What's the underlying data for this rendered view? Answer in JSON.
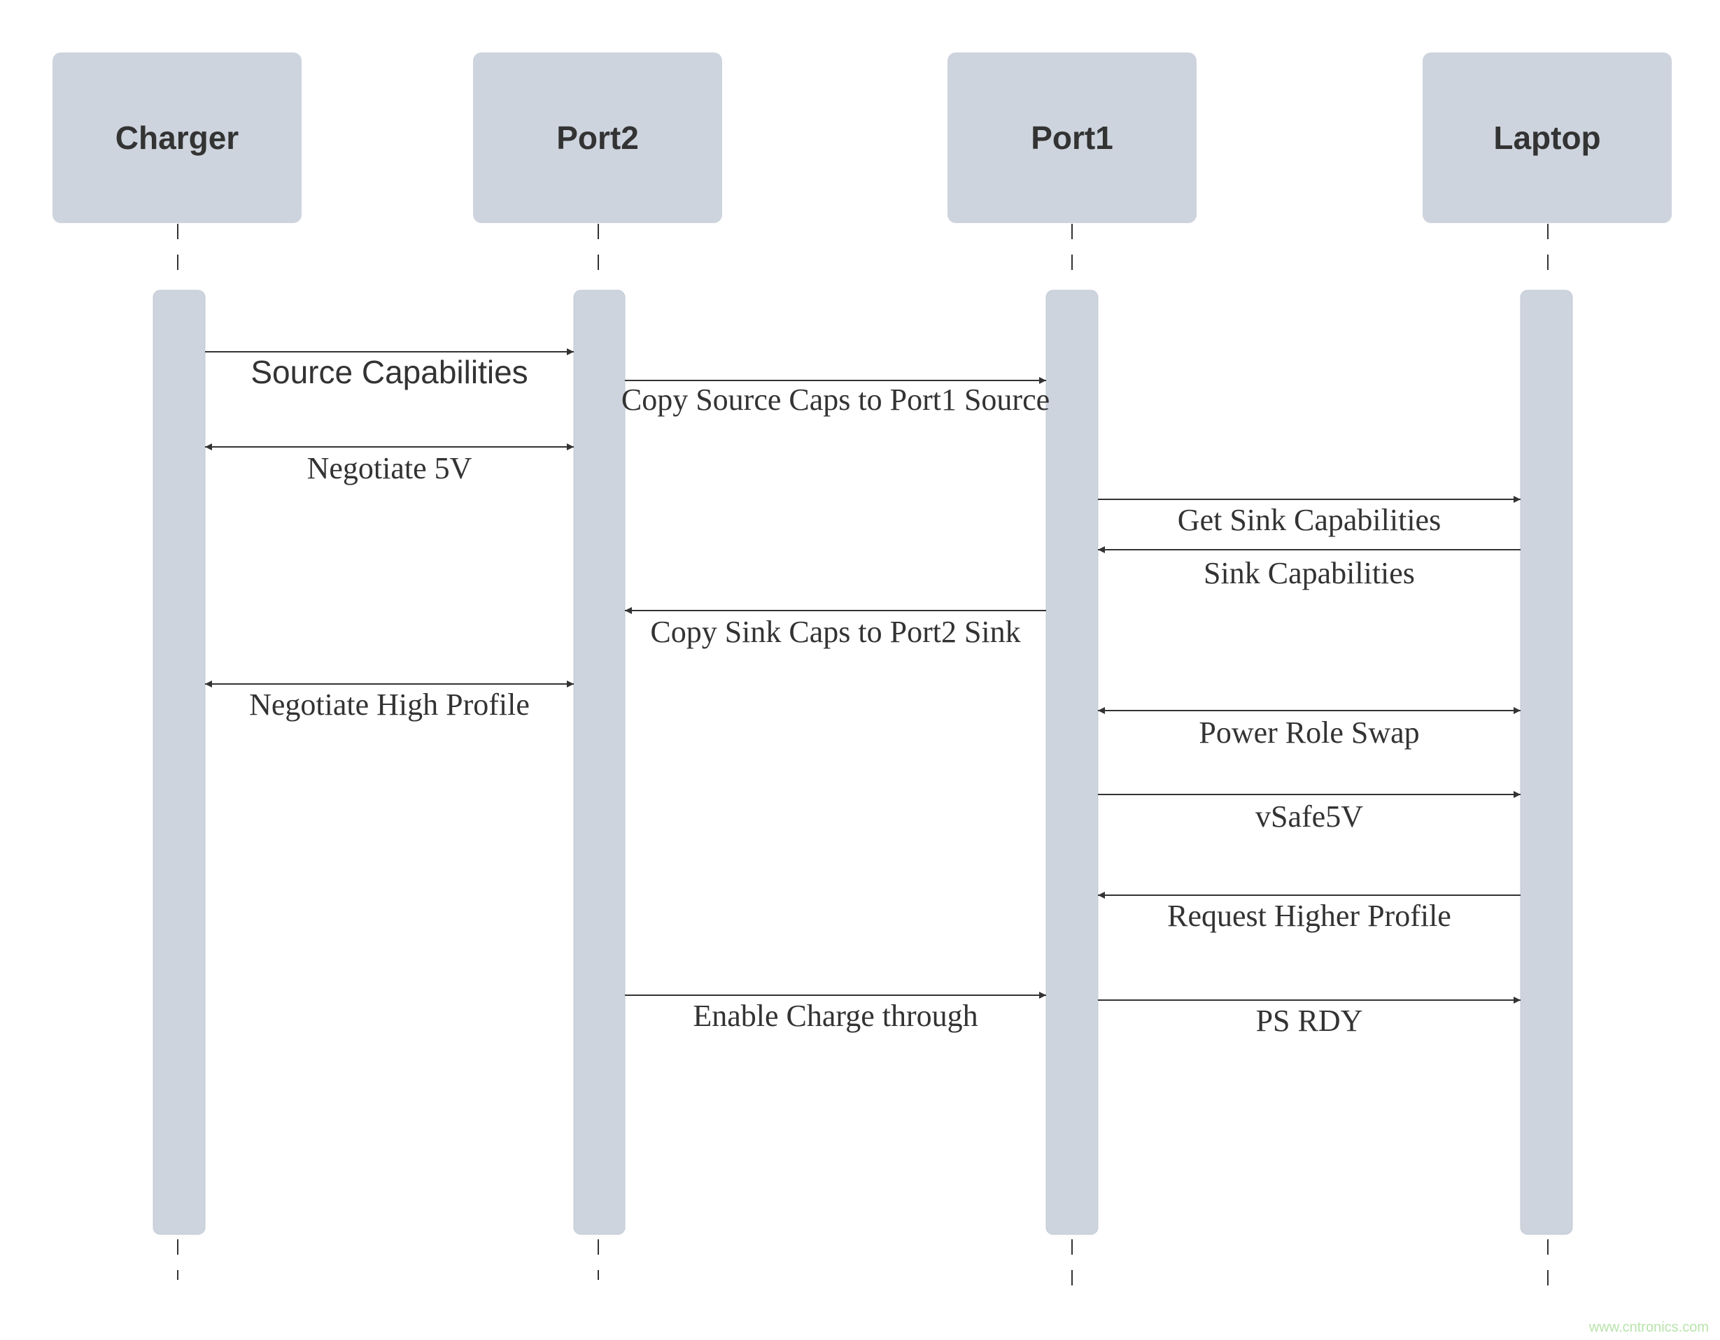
{
  "participants": [
    {
      "id": "charger",
      "label": "Charger"
    },
    {
      "id": "port2",
      "label": "Port2"
    },
    {
      "id": "port1",
      "label": "Port1"
    },
    {
      "id": "laptop",
      "label": "Laptop"
    }
  ],
  "messages": [
    {
      "label": "Source Capabilities",
      "from": "charger",
      "to": "port2",
      "direction": "right",
      "font": "sans"
    },
    {
      "label": "Copy Source Caps to Port1 Source",
      "from": "port2",
      "to": "port1",
      "direction": "right",
      "font": "serif"
    },
    {
      "label": "Negotiate 5V",
      "from": "charger",
      "to": "port2",
      "direction": "both",
      "font": "serif"
    },
    {
      "label": "Get Sink Capabilities",
      "from": "port1",
      "to": "laptop",
      "direction": "right",
      "font": "serif"
    },
    {
      "label": "Sink Capabilities",
      "from": "laptop",
      "to": "port1",
      "direction": "left",
      "font": "serif"
    },
    {
      "label": "Copy Sink Caps to Port2 Sink",
      "from": "port1",
      "to": "port2",
      "direction": "left",
      "font": "serif"
    },
    {
      "label": "Negotiate High Profile",
      "from": "charger",
      "to": "port2",
      "direction": "both",
      "font": "serif"
    },
    {
      "label": "Power Role Swap",
      "from": "port1",
      "to": "laptop",
      "direction": "both",
      "font": "serif"
    },
    {
      "label": "vSafe5V",
      "from": "port1",
      "to": "laptop",
      "direction": "right",
      "font": "serif"
    },
    {
      "label": "Request Higher Profile",
      "from": "laptop",
      "to": "port1",
      "direction": "left",
      "font": "serif"
    },
    {
      "label": "Enable Charge through",
      "from": "port2",
      "to": "port1",
      "direction": "right",
      "font": "serif"
    },
    {
      "label": "PS RDY",
      "from": "port1",
      "to": "laptop",
      "direction": "right",
      "font": "serif"
    }
  ],
  "watermark": "www.cntronics.com",
  "colors": {
    "box_fill": "#ced4dd",
    "line": "#333333",
    "text": "#333333",
    "watermark": "#b9e3ac"
  }
}
